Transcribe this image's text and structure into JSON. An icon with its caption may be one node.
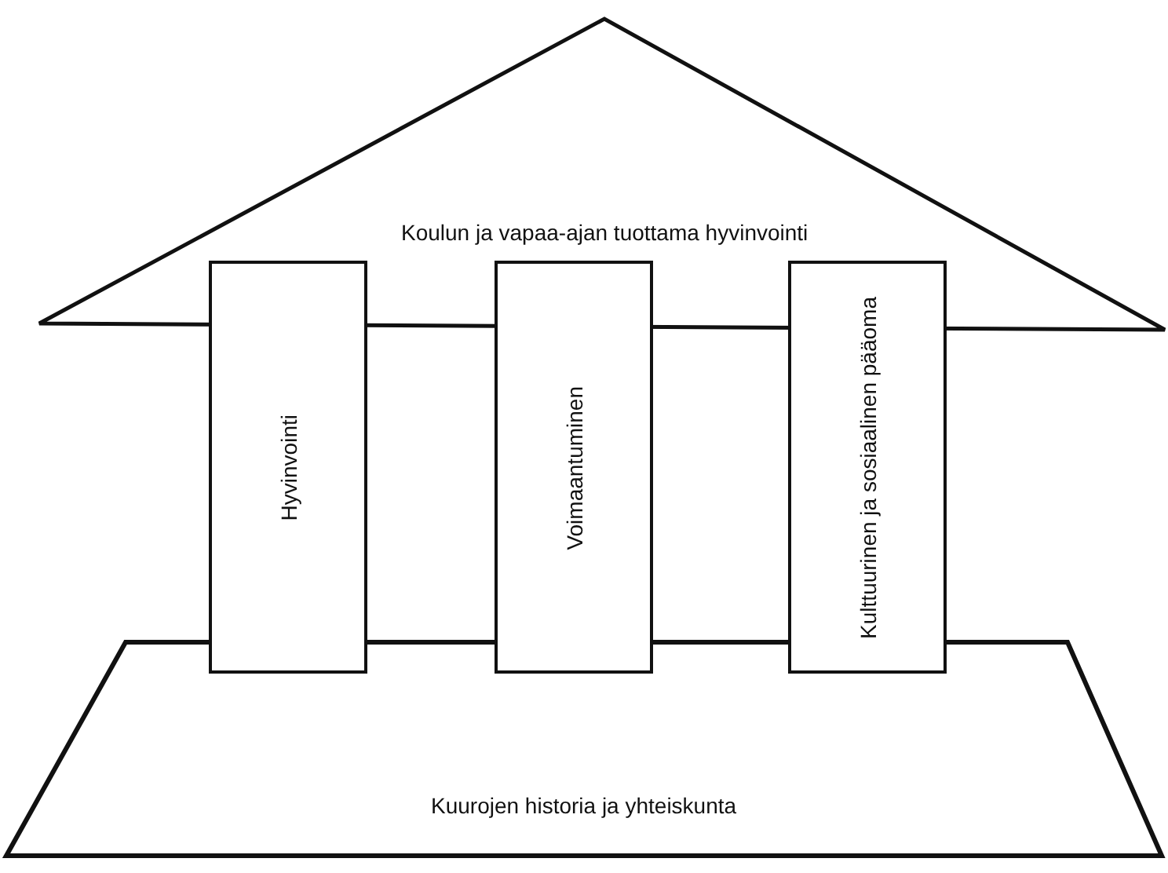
{
  "diagram": {
    "nodes": [
      {
        "text": [
          "Koulun ja vapaa-ajan tuottama hyvinvointi"
        ]
      },
      {
        "text": [
          "Hyvinvointi"
        ]
      },
      {
        "text": [
          "Voimaantuminen"
        ]
      },
      {
        "text": [
          "Kulttuurinen ja sosiaalinen pääoma"
        ]
      },
      {
        "text": [
          "Kuurojen historia ja yhteiskunta"
        ]
      }
    ],
    "edges": []
  }
}
